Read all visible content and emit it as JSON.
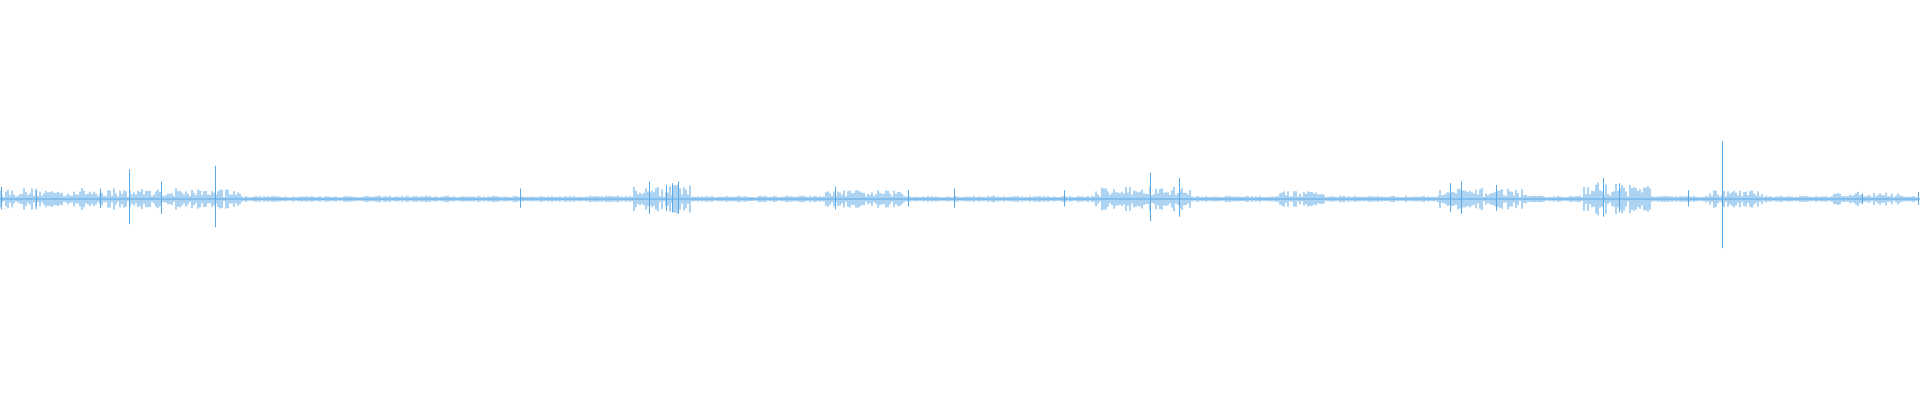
{
  "waveform": {
    "color": "#5aa9e6",
    "background": "#ffffff",
    "peaks": [
      {
        "t": 0.0005,
        "amp": 0.07
      },
      {
        "t": 0.019,
        "amp": 0.05
      },
      {
        "t": 0.052,
        "amp": 0.06
      },
      {
        "t": 0.067,
        "amp": 0.17
      },
      {
        "t": 0.084,
        "amp": 0.1
      },
      {
        "t": 0.112,
        "amp": 0.19
      },
      {
        "t": 0.271,
        "amp": 0.06
      },
      {
        "t": 0.338,
        "amp": 0.1
      },
      {
        "t": 0.347,
        "amp": 0.08
      },
      {
        "t": 0.35,
        "amp": 0.09
      },
      {
        "t": 0.353,
        "amp": 0.1
      },
      {
        "t": 0.435,
        "amp": 0.07
      },
      {
        "t": 0.473,
        "amp": 0.05
      },
      {
        "t": 0.497,
        "amp": 0.06
      },
      {
        "t": 0.554,
        "amp": 0.05
      },
      {
        "t": 0.599,
        "amp": 0.15
      },
      {
        "t": 0.614,
        "amp": 0.12
      },
      {
        "t": 0.755,
        "amp": 0.09
      },
      {
        "t": 0.761,
        "amp": 0.1
      },
      {
        "t": 0.779,
        "amp": 0.08
      },
      {
        "t": 0.835,
        "amp": 0.12
      },
      {
        "t": 0.843,
        "amp": 0.09
      },
      {
        "t": 0.897,
        "amp": 0.33
      },
      {
        "t": 0.879,
        "amp": 0.05
      },
      {
        "t": 0.97,
        "amp": 0.03
      },
      {
        "t": 0.999,
        "amp": 0.04
      }
    ],
    "clusters": [
      {
        "start": 0.0,
        "end": 0.125,
        "density": 0.02
      },
      {
        "start": 0.33,
        "end": 0.36,
        "density": 0.03
      },
      {
        "start": 0.43,
        "end": 0.47,
        "density": 0.015
      },
      {
        "start": 0.57,
        "end": 0.62,
        "density": 0.025
      },
      {
        "start": 0.665,
        "end": 0.69,
        "density": 0.015
      },
      {
        "start": 0.75,
        "end": 0.795,
        "density": 0.02
      },
      {
        "start": 0.825,
        "end": 0.86,
        "density": 0.035
      },
      {
        "start": 0.89,
        "end": 0.92,
        "density": 0.015
      },
      {
        "start": 0.955,
        "end": 0.99,
        "density": 0.01
      }
    ]
  }
}
